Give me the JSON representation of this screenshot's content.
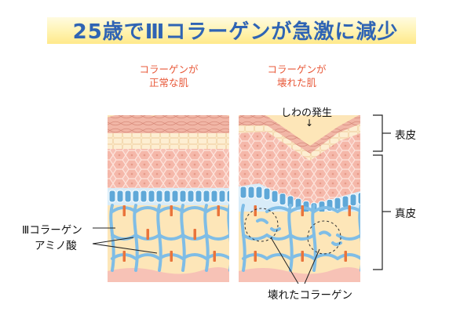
{
  "title": "25歳でⅢコラーゲンが急激に減少",
  "panels": {
    "normal": {
      "caption_line1": "コラーゲンが",
      "caption_line2": "正常な肌"
    },
    "broken": {
      "caption_line1": "コラーゲンが",
      "caption_line2": "壊れた肌"
    }
  },
  "labels": {
    "wrinkle": "しわの発生",
    "arrow": "↓",
    "epidermis": "表皮",
    "dermis": "真皮",
    "collagen_iii": "Ⅲコラーゲン",
    "amino_acid": "アミノ酸",
    "broken_collagen": "壊れたコラーゲン"
  },
  "colors": {
    "title": "#2f64b4",
    "caption": "#e8593a",
    "skin_pink": "#f3b5a7",
    "skin_cream": "#fce5bc",
    "cell_blue": "#5fa8d8",
    "fiber_blue": "#7fbde6",
    "amino_orange": "#e9743b"
  }
}
